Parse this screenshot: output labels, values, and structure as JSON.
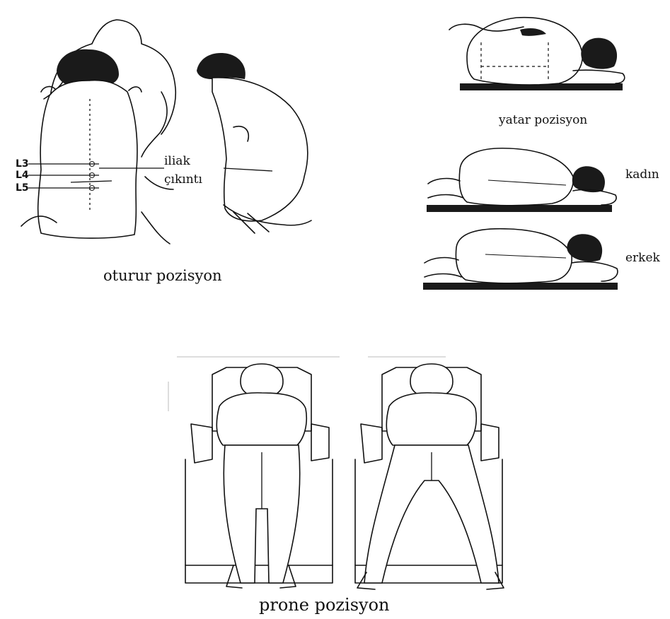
{
  "panels": {
    "sitting": {
      "caption": "oturur pozisyon",
      "spine_labels": [
        "L3",
        "L4",
        "L5"
      ],
      "landmark_line1": "iliak",
      "landmark_line2": "çıkıntı"
    },
    "lateral": {
      "caption": "yatar pozisyon",
      "female_label": "kadın",
      "male_label": "erkek"
    },
    "prone": {
      "caption": "prone pozisyon"
    }
  },
  "colors": {
    "ink": "#111111",
    "background": "#ffffff"
  }
}
